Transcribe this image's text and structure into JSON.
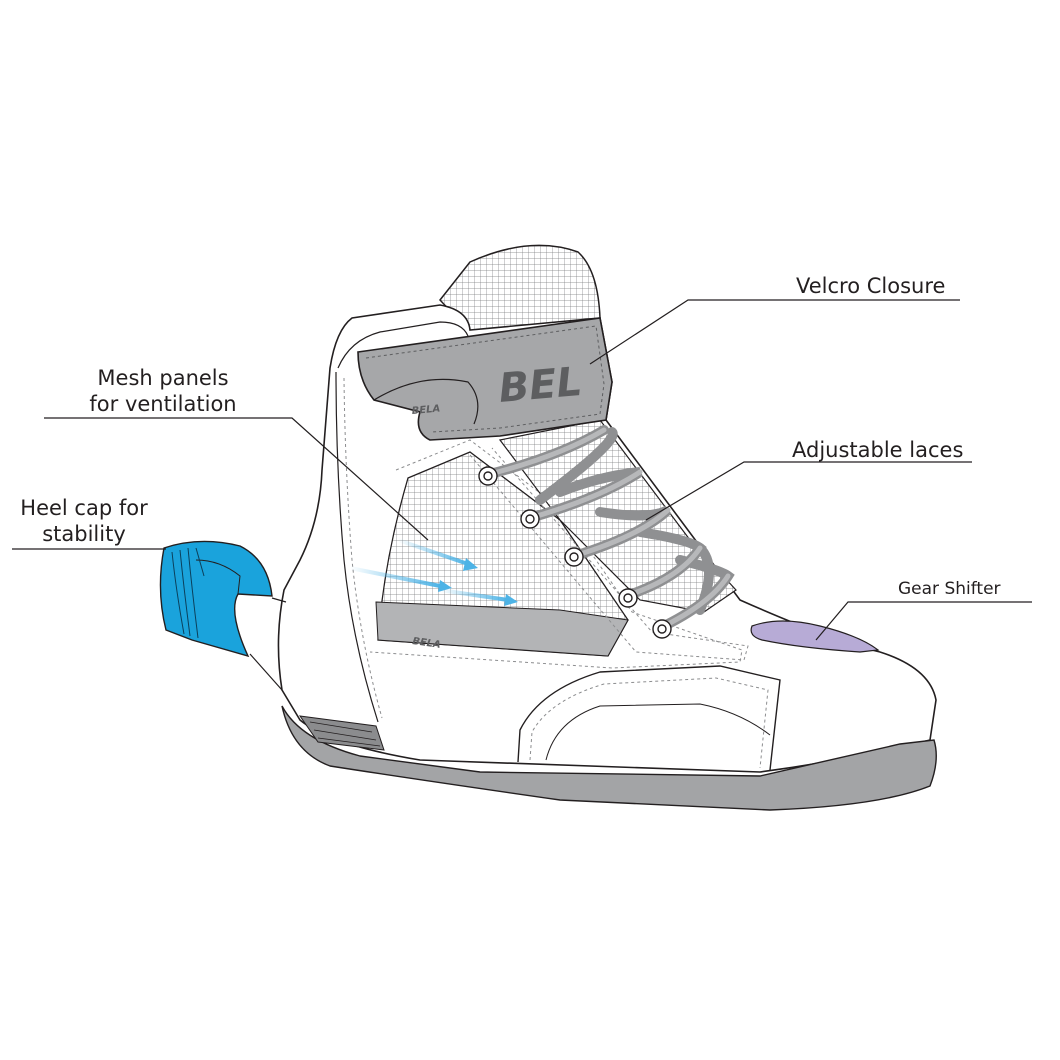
{
  "callouts": {
    "velcro": "Velcro Closure",
    "mesh_line1": "Mesh panels",
    "mesh_line2": "for ventilation",
    "laces": "Adjustable laces",
    "heel_line1": "Heel cap for",
    "heel_line2": "stability",
    "shifter": "Gear Shifter"
  },
  "branding": {
    "strap_logo": "BEL",
    "strap_logo_small": "BELA",
    "mesh_logo": "BELA"
  },
  "colors": {
    "heel_cap": "#1aa3dc",
    "gear_shifter": "#b7abd6",
    "strap": "#a6a7a9",
    "sole": "#a3a4a6",
    "mesh_arrows": "#4db3e6"
  }
}
